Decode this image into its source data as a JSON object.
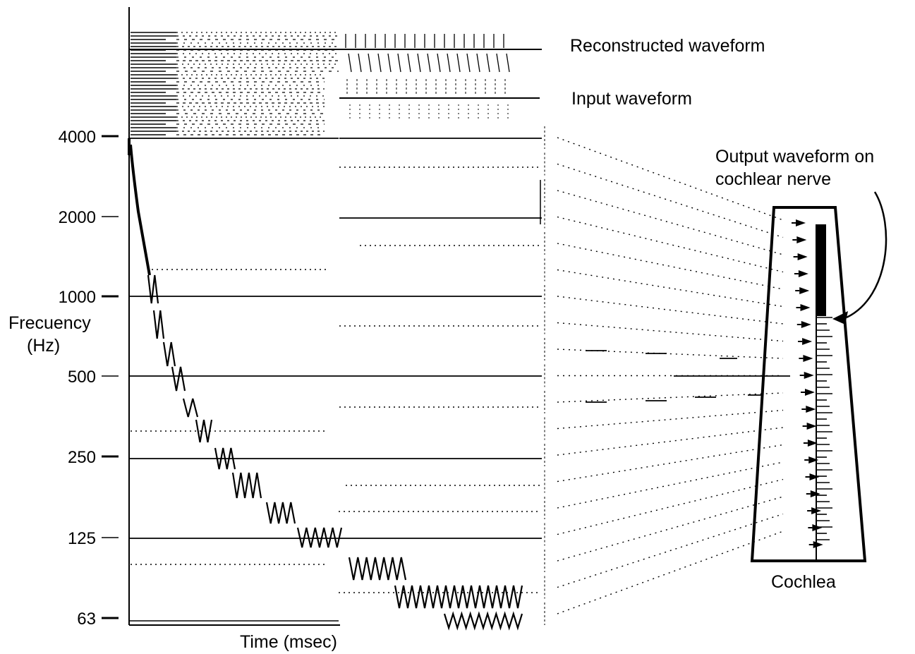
{
  "figure": {
    "labels": {
      "reconstructed": "Reconstructed waveform",
      "input": "Input waveform",
      "output_line1": "Output waveform on",
      "output_line2": "cochlear nerve",
      "ylabel_line1": "Frecuency",
      "ylabel_line2": "(Hz)",
      "xlabel": "Time (msec)",
      "cochlea": "Cochlea"
    },
    "frequency_ticks": [
      "4000",
      "2000",
      "1000",
      "500",
      "250",
      "125",
      "63"
    ],
    "colors": {
      "ink": "#000000",
      "background": "#ffffff"
    }
  }
}
